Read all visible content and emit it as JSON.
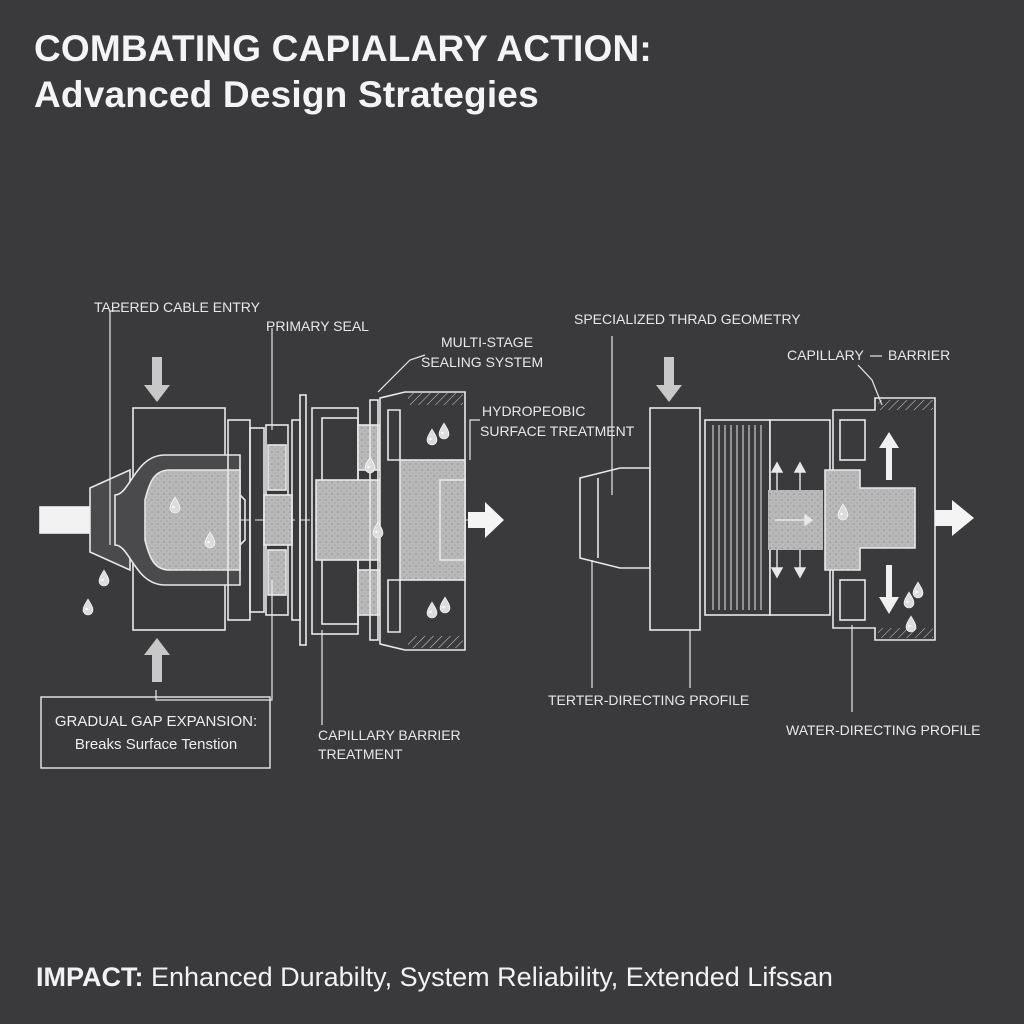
{
  "title": {
    "line1": "COMBATING CAPIALARY ACTION:",
    "line2": "Advanced Design Strategies"
  },
  "left_diagram": {
    "labels": {
      "tapered_cable_entry": "TAPERED CABLE ENTRY",
      "primary_seal": "PRIMARY SEAL",
      "multi_stage_1": "MULTI-STAGE",
      "multi_stage_2": "SEALING SYSTEM",
      "hydrophobic_1": "HYDROPEOBIC",
      "hydrophobic_2": "SURFACE TREATMENT",
      "capillary_barrier_1": "CAPILLARY BARRIER",
      "capillary_barrier_2": "TREATMENT"
    },
    "callout_box": {
      "line1": "GRADUAL GAP EXPANSION:",
      "line2": "Breaks Surface Tenstion"
    }
  },
  "right_diagram": {
    "labels": {
      "thread_geometry": "SPECIALIZED THRAD GEOMETRY",
      "capillary": "CAPILLARY",
      "barrier": "BARRIER",
      "terter_profile": "TERTER-DIRECTING PROFILE",
      "water_profile": "WATER-DIRECTING PROFILE"
    }
  },
  "impact": {
    "label": "IMPACT:",
    "text": "Enhanced Durabilty, System Reliability, Extended Lifssan"
  },
  "colors": {
    "background": "#3a3a3d",
    "line": "#e8e8e8",
    "fill_light": "#bdbdbd"
  },
  "icons": [
    "arrow-down-icon",
    "arrow-up-icon",
    "arrow-right-icon",
    "water-droplet-icon"
  ]
}
